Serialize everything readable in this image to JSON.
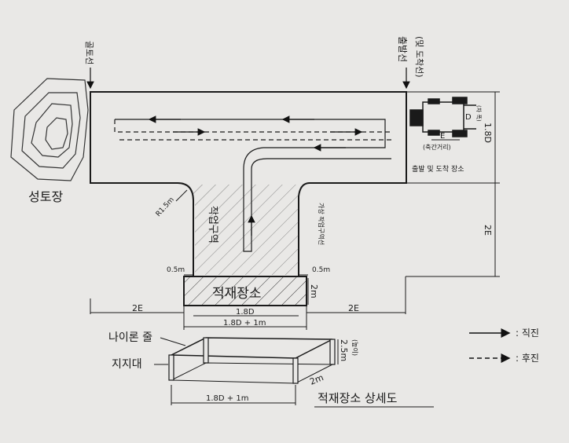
{
  "labels": {
    "finish_line": "골토선",
    "start_line": "출발선",
    "start_line_paren": "(및 도착선)",
    "mound": "성토장",
    "start_area": "출발 및 도착 장소",
    "work_area": "작업구역",
    "virtual_area": "가상 작업구역선",
    "loading_area": "적재장소",
    "radius": "R1.5m",
    "half_m_left": "0.5m",
    "half_m_right": "0.5m",
    "two_m": "2m",
    "dim_2e_left": "2E",
    "dim_2e_right": "2E",
    "dim_2e_vertical": "2E",
    "dim_18d": "1.8D",
    "dim_18d_plus": "1.8D + 1m",
    "dim_18d_right": "1.8D",
    "tractor_d": "D",
    "tractor_width": "(차 폭)",
    "tractor_e": "E",
    "tractor_axle": "(축간거리)"
  },
  "detail": {
    "rope": "나이론 줄",
    "post": "지지대",
    "height": "2.5m",
    "height_note": "(높이)",
    "depth": "2m",
    "width": "1.8D + 1m",
    "title": "적재장소 상세도"
  },
  "legend": {
    "forward_label": ": 직진",
    "reverse_label": ": 후진"
  }
}
